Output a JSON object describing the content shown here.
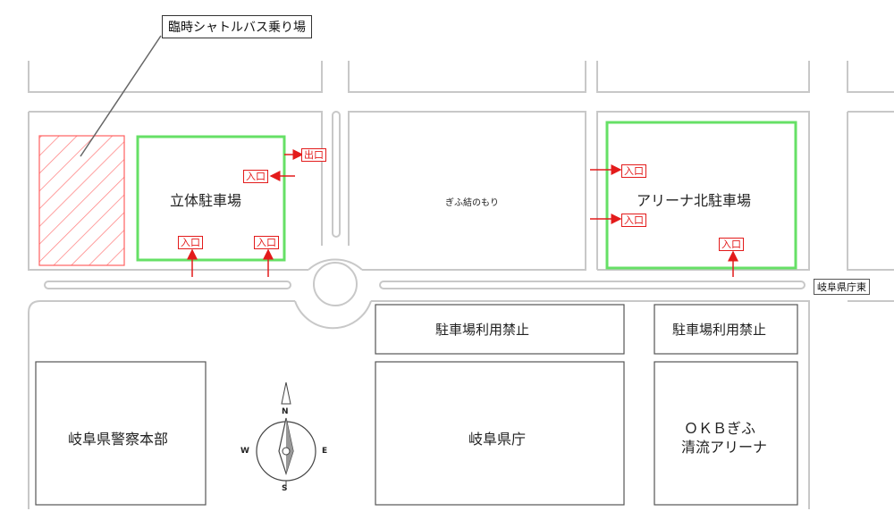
{
  "callout": {
    "text": "臨時シャトルバス乗り場"
  },
  "buildings": {
    "parking_structure": "立体駐車場",
    "forest": "ぎふ結のもり",
    "arena_north": "アリーナ北駐車場",
    "no_parking_1": "駐車場利用禁止",
    "no_parking_2": "駐車場利用禁止",
    "police_hq": "岐阜県警察本部",
    "pref_office": "岐阜県庁",
    "arena_line1": "ＯＫＢぎふ",
    "arena_line2": "清流アリーナ"
  },
  "tags": {
    "exit": "出口",
    "entrance": "入口"
  },
  "street_sign": "岐阜県庁東",
  "compass": {
    "n": "N",
    "s": "S",
    "e": "E",
    "w": "W"
  },
  "colors": {
    "parking_outline": "#66e066",
    "entrance_red": "#e31b1b",
    "road_line": "#c8c8c8"
  }
}
